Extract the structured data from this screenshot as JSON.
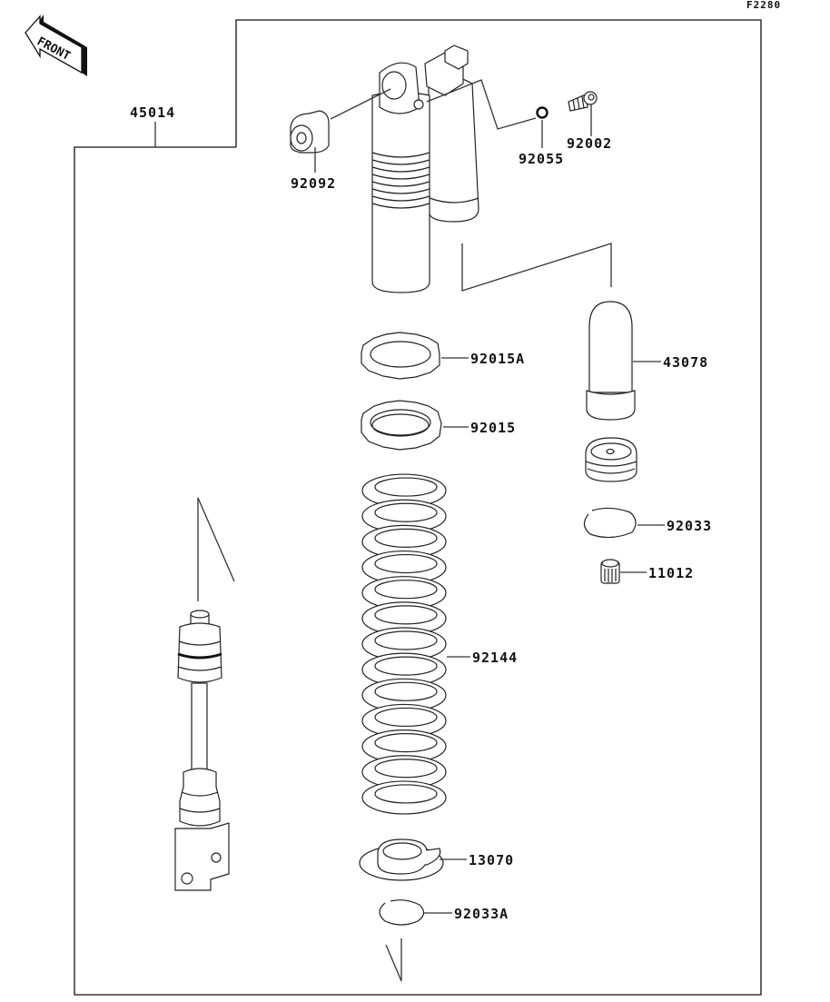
{
  "diagram": {
    "figure_code": "F2280",
    "direction_marker": "FRONT",
    "assembly_label": "45014",
    "parts": [
      {
        "id": "92092",
        "name": "collar"
      },
      {
        "id": "92055",
        "name": "o-ring"
      },
      {
        "id": "92002",
        "name": "bolt"
      },
      {
        "id": "43078",
        "name": "reservoir-bladder"
      },
      {
        "id": "92015A",
        "name": "lock-nut"
      },
      {
        "id": "92015",
        "name": "adjust-nut"
      },
      {
        "id": "92033",
        "name": "circlip"
      },
      {
        "id": "11012",
        "name": "cap"
      },
      {
        "id": "92144",
        "name": "spring"
      },
      {
        "id": "13070",
        "name": "spring-seat"
      },
      {
        "id": "92033A",
        "name": "circlip"
      }
    ]
  }
}
